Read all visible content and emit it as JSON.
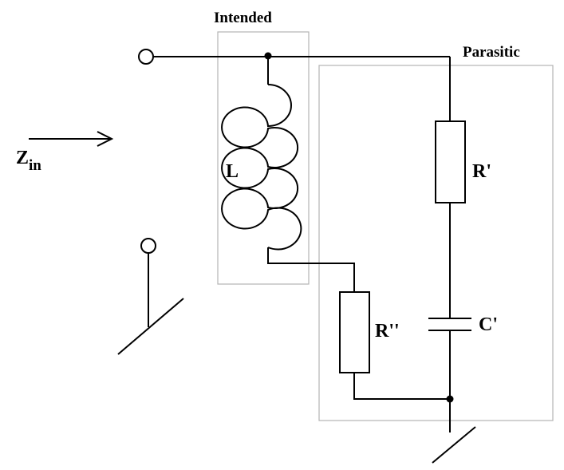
{
  "labels": {
    "intended": "Intended",
    "parasitic": "Parasitic",
    "z_main": "Z",
    "z_sub": "in",
    "inductor": "L",
    "r_prime": "R'",
    "r_double_prime": "R''",
    "c_prime": "C'"
  },
  "colors": {
    "wire": "#000000",
    "group_box": "#b3b3b3"
  }
}
